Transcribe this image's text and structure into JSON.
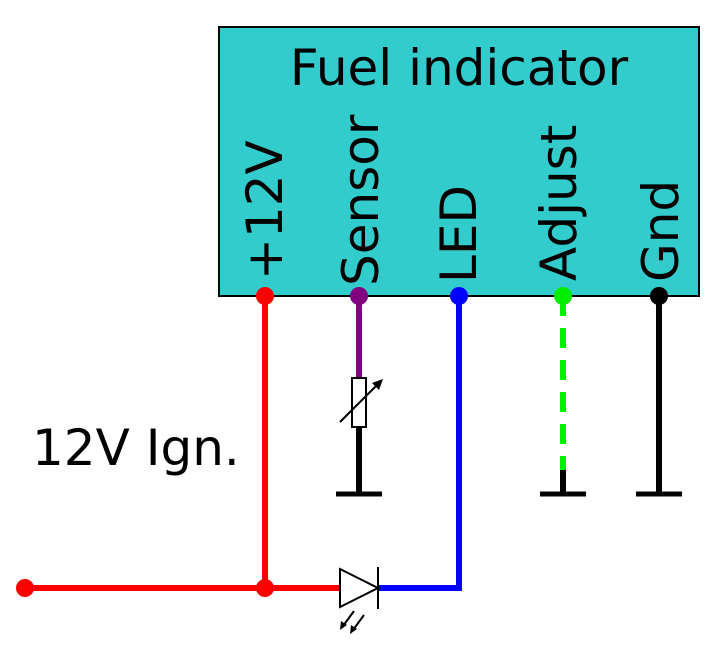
{
  "module": {
    "title": "Fuel indicator",
    "fill": "#33CCCC",
    "pins": [
      {
        "label": "+12V",
        "color": "#ff0000"
      },
      {
        "label": "Sensor",
        "color": "#800080"
      },
      {
        "label": "LED",
        "color": "#0000ff"
      },
      {
        "label": "Adjust",
        "color": "#00ee00"
      },
      {
        "label": "Gnd",
        "color": "#000000"
      }
    ]
  },
  "supply_label": "12V Ign."
}
